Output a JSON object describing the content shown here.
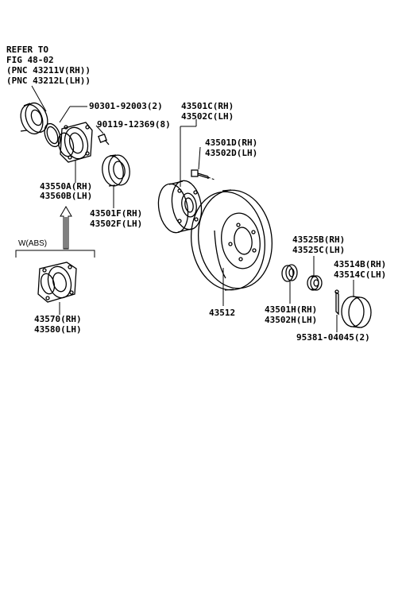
{
  "refer_note": [
    "REFER TO",
    "FIG 48-02",
    "(PNC 43211V(RH))",
    "(PNC 43212L(LH))"
  ],
  "parts": {
    "p90301": "90301-92003(2)",
    "p90119": "90119-12369(8)",
    "p43550": [
      "43550A(RH)",
      "43560B(LH)"
    ],
    "p43501f": [
      "43501F(RH)",
      "43502F(LH)"
    ],
    "p43501c": [
      "43501C(RH)",
      "43502C(LH)"
    ],
    "p43501d": [
      "43501D(RH)",
      "43502D(LH)"
    ],
    "p43512": "43512",
    "p43525": [
      "43525B(RH)",
      "43525C(LH)"
    ],
    "p43514": [
      "43514B(RH)",
      "43514C(LH)"
    ],
    "p43501h": [
      "43501H(RH)",
      "43502H(LH)"
    ],
    "p95381": "95381-04045(2)",
    "p43570": [
      "43570(RH)",
      "43580(LH)"
    ]
  },
  "abs_label": "W(ABS)"
}
